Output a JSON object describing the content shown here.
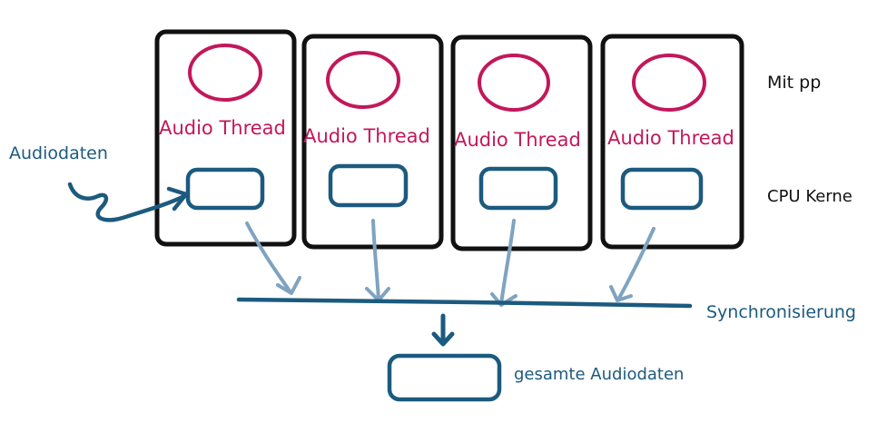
{
  "colors": {
    "frame": "#111111",
    "thread": "#c2185b",
    "core": "#1c5a7f",
    "arrow_light": "#7fa3c0",
    "text_blue": "#1c5a7f",
    "text_black": "#111111"
  },
  "input_label": "Audiodaten",
  "right_labels": {
    "mit_pp": "Mit pp",
    "cpu_kerne": "CPU Kerne",
    "sync": "Synchronisierung"
  },
  "output_label": "gesamte Audiodaten",
  "threads": [
    {
      "label": "Audio Thread"
    },
    {
      "label": "Audio Thread"
    },
    {
      "label": "Audio Thread"
    },
    {
      "label": "Audio Thread"
    }
  ]
}
